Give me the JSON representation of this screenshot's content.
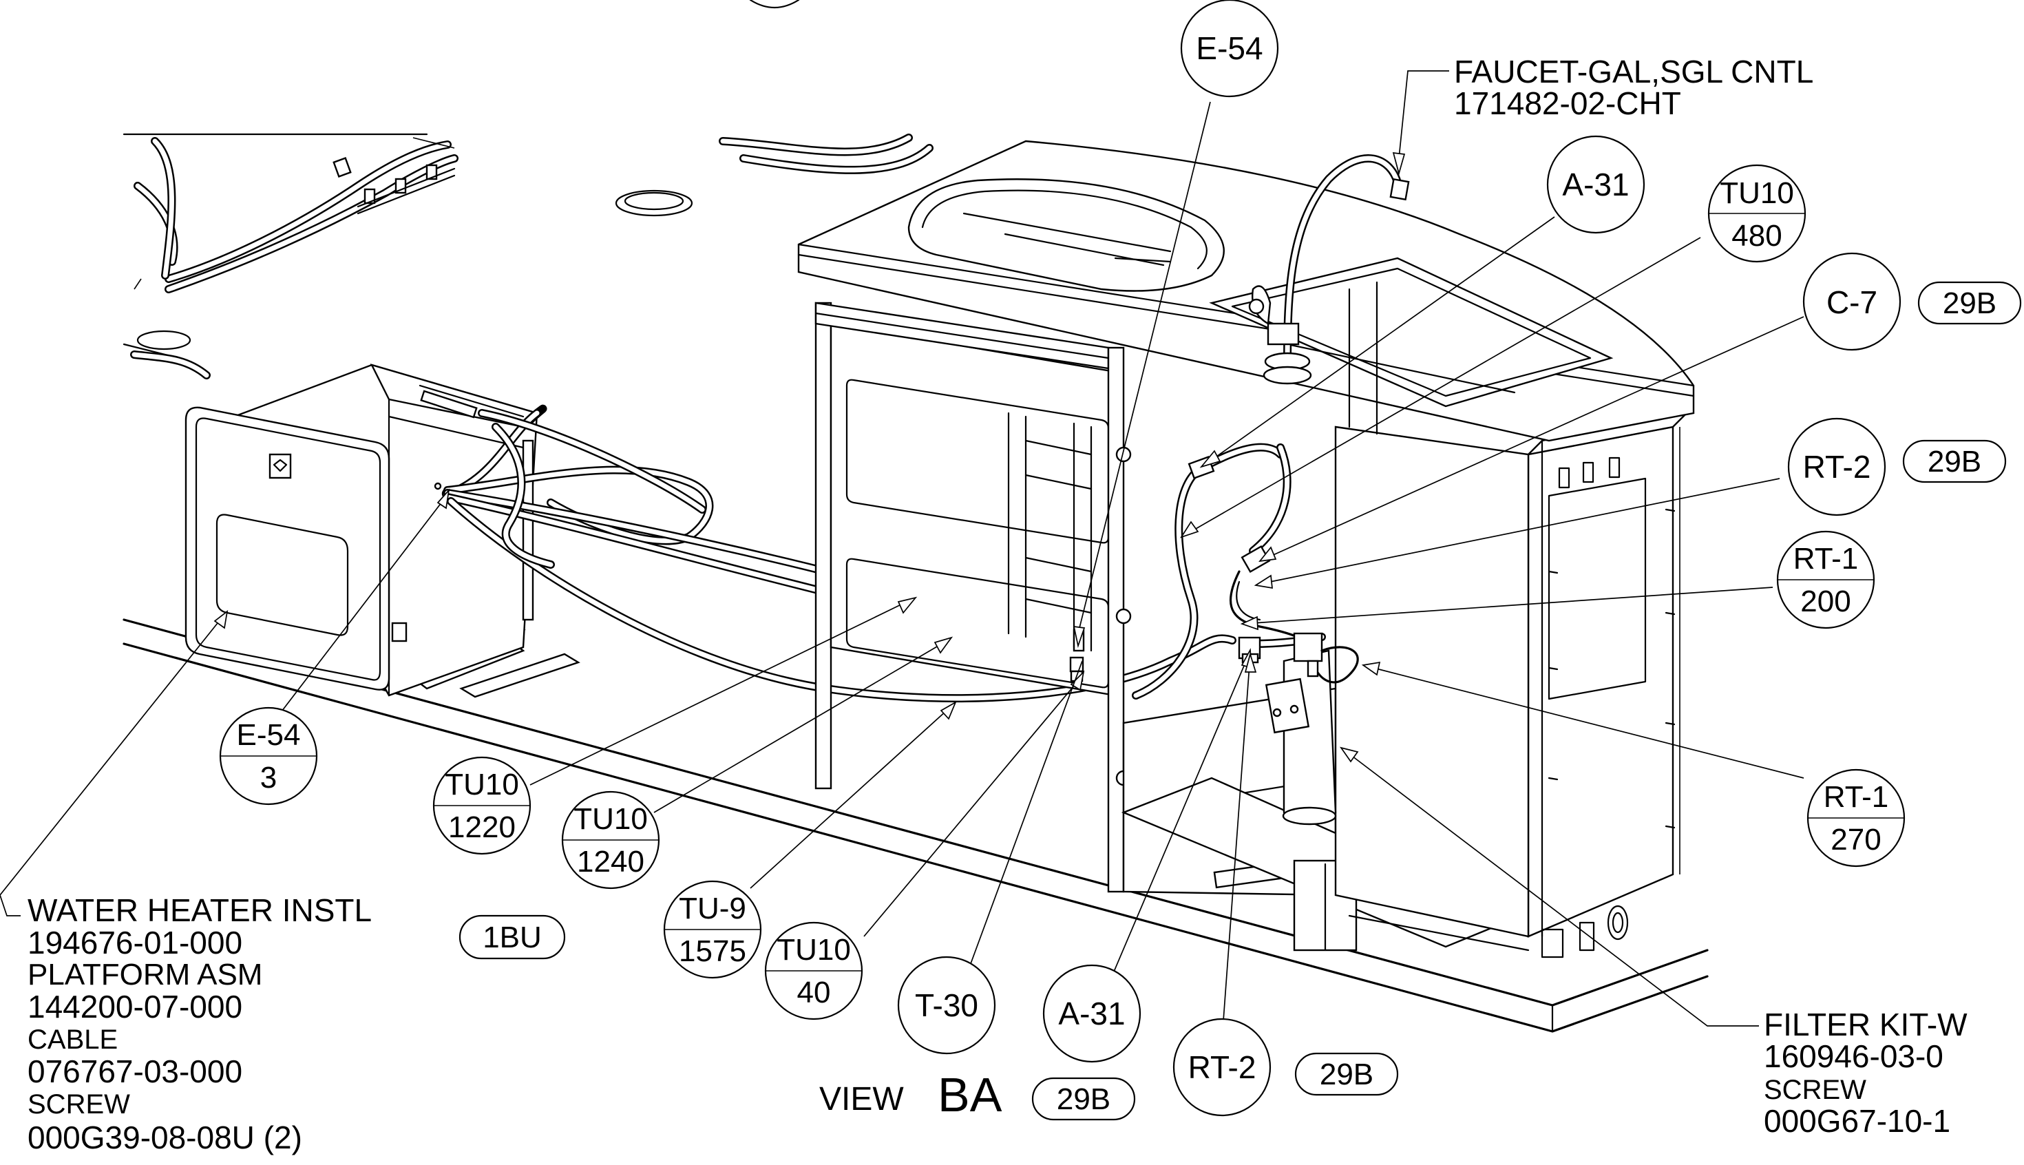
{
  "view_title": {
    "prefix": "VIEW",
    "name": "BA",
    "sheet_ref": "29B"
  },
  "balloons": [
    {
      "id": "e54-top",
      "top": "E-54"
    },
    {
      "id": "a31-top",
      "top": "A-31"
    },
    {
      "id": "tu10-480",
      "top": "TU10",
      "bottom": "480"
    },
    {
      "id": "c7",
      "top": "C-7",
      "ref": "29B"
    },
    {
      "id": "rt2-right",
      "top": "RT-2",
      "ref": "29B"
    },
    {
      "id": "rt1-200",
      "top": "RT-1",
      "bottom": "200"
    },
    {
      "id": "rt1-270",
      "top": "RT-1",
      "bottom": "270"
    },
    {
      "id": "e54-3",
      "top": "E-54",
      "bottom": "3"
    },
    {
      "id": "tu10-1220",
      "top": "TU10",
      "bottom": "1220"
    },
    {
      "id": "tu10-1240",
      "top": "TU10",
      "bottom": "1240"
    },
    {
      "id": "tu9-1575",
      "top": "TU-9",
      "bottom": "1575"
    },
    {
      "id": "tu10-40",
      "top": "TU10",
      "bottom": "40"
    },
    {
      "id": "t30",
      "top": "T-30"
    },
    {
      "id": "a31-bottom",
      "top": "A-31"
    },
    {
      "id": "rt2-bottom",
      "top": "RT-2",
      "ref": "29B"
    }
  ],
  "callouts": {
    "faucet": {
      "line1": "FAUCET-GAL,SGL CNTL",
      "line2": "171482-02-CHT"
    },
    "water_heater": {
      "lines": [
        "WATER HEATER INSTL",
        "194676-01-000",
        "PLATFORM ASM",
        "144200-07-000",
        "CABLE",
        "076767-03-000",
        "SCREW",
        "000G39-08-08U (2)"
      ],
      "ref": "1BU"
    },
    "filter_kit": {
      "lines": [
        "FILTER KIT-W",
        "160946-03-0",
        "SCREW",
        "000G67-10-1"
      ]
    }
  }
}
